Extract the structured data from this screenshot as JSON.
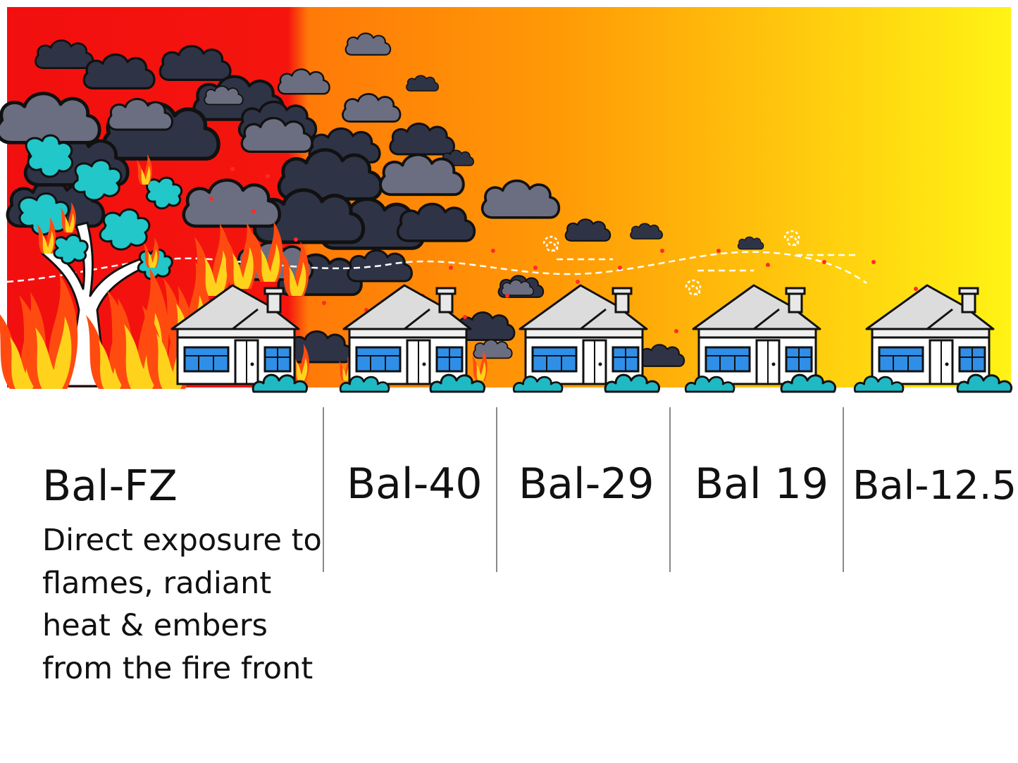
{
  "colors": {
    "gradient_start": "#f20f0f",
    "gradient_mid": "#ff7a08",
    "gradient_end": "#fff314",
    "smoke_dark": "#2f3346",
    "smoke_light": "#6b6e80",
    "foliage": "#21c7c9",
    "flame_orange": "#ff4b10",
    "flame_yellow": "#ffd21c",
    "house_roof": "#dcdcdc",
    "house_wall": "#ffffff",
    "window": "#2f8fe8",
    "shrub": "#1fb9c4",
    "divider": "#8a8a8a",
    "text": "#111111"
  },
  "icons": [
    "burning-tree-icon",
    "smoke-cloud-icon",
    "flame-icon",
    "house-icon",
    "shrub-icon",
    "wind-swirl-icon",
    "ember-icon"
  ],
  "zones": [
    {
      "label": "Bal-FZ",
      "description": "Direct exposure to flames, radiant heat & embers from the fire front"
    },
    {
      "label": "Bal-40"
    },
    {
      "label": "Bal-29"
    },
    {
      "label": "Bal 19"
    },
    {
      "label": "Bal-12.5"
    }
  ]
}
